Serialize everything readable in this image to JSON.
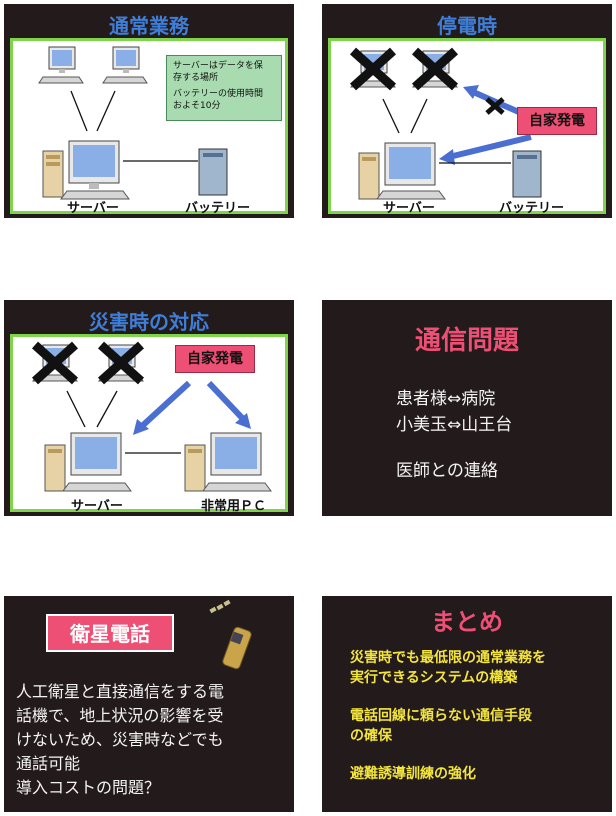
{
  "panel1": {
    "title": "通常業務",
    "note_line1": "サーバーはデータを保",
    "note_line2": "存する場所",
    "note_line3": "バッテリーの使用時間",
    "note_line4": "およそ10分",
    "server_label": "サーバー",
    "battery_label": "バッテリー"
  },
  "panel2": {
    "title": "停電時",
    "generator": "自家発電",
    "server_label": "サーバー",
    "battery_label": "バッテリー"
  },
  "panel3": {
    "title": "災害時の対応",
    "generator": "自家発電",
    "server_label": "サーバー",
    "pc_label": "非常用ＰＣ"
  },
  "panel4": {
    "title": "通信問題",
    "line1": "患者様⇔病院",
    "line2": "小美玉⇔山王台",
    "line3": "医師との連絡"
  },
  "panel5": {
    "title": "衛星電話",
    "line1": "人工衛星と直接通信をする電",
    "line2": "話機で、地上状況の影響を受",
    "line3": "けないため、災害時などでも",
    "line4": "通話可能",
    "line5": "導入コストの問題？"
  },
  "panel6": {
    "title": "まとめ",
    "line1": "災害時でも最低限の通常業務を",
    "line2": "実行できるシステムの構築",
    "line3": "電話回線に頼らない通信手段",
    "line4": "の確保",
    "line5": "避難誘導訓練の強化"
  },
  "colors": {
    "slide_bg": "#231a1c",
    "blue_title": "#3f7ed6",
    "green_frame": "#7ed54c",
    "pink": "#ee4f74",
    "yellow": "#f3e53c"
  }
}
